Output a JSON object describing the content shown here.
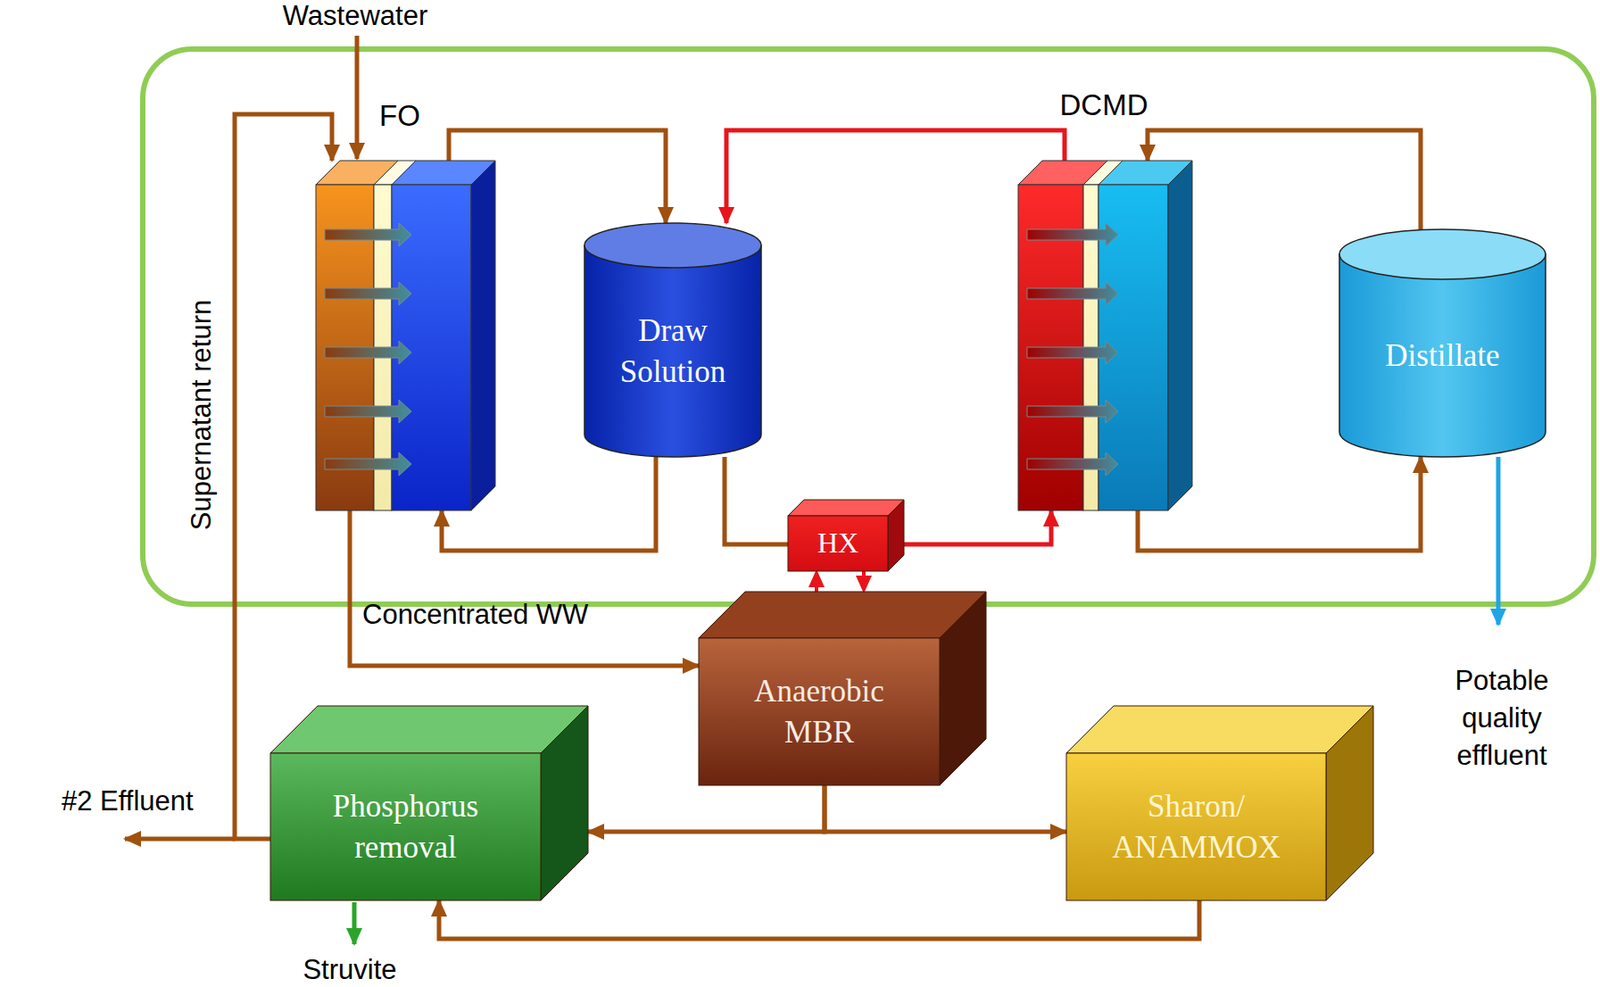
{
  "diagram": {
    "nodes": [
      {
        "text": [
          "FO"
        ]
      },
      {
        "text": [
          "Draw Solution"
        ]
      },
      {
        "text": [
          "DCMD"
        ]
      },
      {
        "text": [
          "Distillate"
        ]
      },
      {
        "text": [
          "HX"
        ]
      },
      {
        "text": [
          "Anaerobic MBR"
        ]
      },
      {
        "text": [
          "Phosphorus removal"
        ]
      },
      {
        "text": [
          "Sharon/ ANAMMOX"
        ]
      }
    ],
    "edges": [
      {
        "from": 0,
        "to": 1,
        "arrow": "to"
      },
      {
        "from": 1,
        "to": 0,
        "arrow": "to"
      },
      {
        "from": 2,
        "to": 1,
        "arrow": "to"
      },
      {
        "from": 1,
        "to": 4,
        "arrow": "none"
      },
      {
        "from": 4,
        "to": 2,
        "arrow": "to"
      },
      {
        "from": 2,
        "to": 3,
        "arrow": "to"
      },
      {
        "from": 3,
        "to": 2,
        "arrow": "to"
      },
      {
        "from": 5,
        "to": 4,
        "arrow": "to"
      },
      {
        "from": 4,
        "to": 5,
        "arrow": "to"
      },
      {
        "from": 0,
        "to": 5,
        "label": "Concentrated WW",
        "arrow": "to"
      },
      {
        "from": 5,
        "to": 6,
        "arrow": "to"
      },
      {
        "from": 5,
        "to": 7,
        "arrow": "to"
      },
      {
        "from": 7,
        "to": 6,
        "arrow": "to"
      },
      {
        "from": 6,
        "to": 0,
        "label": "Supernatant return",
        "arrow": "to"
      }
    ],
    "labels": [
      "Wastewater",
      "#2 Effluent",
      "Struvite",
      "Potable quality effluent"
    ]
  }
}
